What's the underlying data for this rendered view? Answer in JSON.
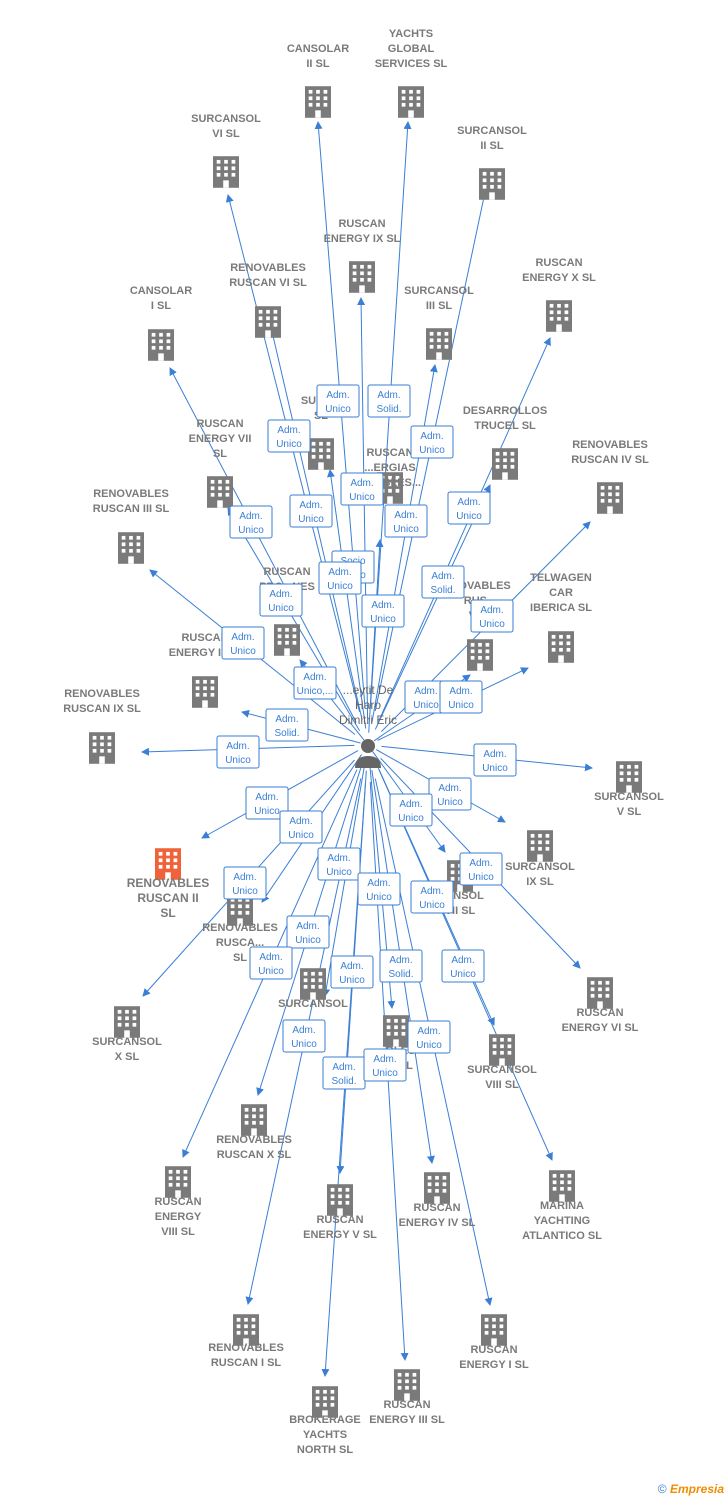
{
  "colors": {
    "edge": "#3a7fd5",
    "building": "#7a7a7a",
    "highlight": "#f0623a",
    "person": "#666666"
  },
  "center": {
    "name": "Peytit De Haro Dimitri Eric",
    "lines": [
      "...eytit De",
      "Haro",
      "Dimitri Eric"
    ],
    "icon": "person-icon"
  },
  "companies": [
    {
      "id": "cansolar-ii",
      "lines": [
        "CANSOLAR",
        "II  SL"
      ]
    },
    {
      "id": "yachts-global",
      "lines": [
        "YACHTS",
        "GLOBAL",
        "SERVICES  SL"
      ]
    },
    {
      "id": "surcansol-vi",
      "lines": [
        "SURCANSOL",
        "VI  SL"
      ]
    },
    {
      "id": "surcansol-ii",
      "lines": [
        "SURCANSOL",
        "II  SL"
      ]
    },
    {
      "id": "ruscan-ix",
      "lines": [
        "RUSCAN",
        "ENERGY IX  SL"
      ]
    },
    {
      "id": "renovables-vi",
      "lines": [
        "RENOVABLES",
        "RUSCAN VI  SL"
      ]
    },
    {
      "id": "ruscan-x",
      "lines": [
        "RUSCAN",
        "ENERGY X  SL"
      ]
    },
    {
      "id": "cansolar-i",
      "lines": [
        "CANSOLAR",
        "I  SL"
      ]
    },
    {
      "id": "surcansol-iii",
      "lines": [
        "SURCANSOL",
        "III  SL"
      ]
    },
    {
      "id": "surc-hidden",
      "lines": [
        "SURC...",
        "SL"
      ]
    },
    {
      "id": "desarrollos",
      "lines": [
        "DESARROLLOS",
        "TRUCEL  SL"
      ]
    },
    {
      "id": "ruscan-vii",
      "lines": [
        "RUSCAN",
        "ENERGY VII",
        "SL"
      ]
    },
    {
      "id": "ruscan-energias",
      "lines": [
        "RUSCAN",
        "...ERGIAS",
        "...VABLES..."
      ]
    },
    {
      "id": "renovables-iv",
      "lines": [
        "RENOVABLES",
        "RUSCAN IV  SL"
      ]
    },
    {
      "id": "renovables-iii",
      "lines": [
        "RENOVABLES",
        "RUSCAN III  SL"
      ]
    },
    {
      "id": "ruscan-proy",
      "lines": [
        "RUSCAN",
        "PRO...NES"
      ]
    },
    {
      "id": "renovables-viii",
      "lines": [
        "...OVABLES",
        "RUS...",
        "VII..."
      ]
    },
    {
      "id": "telwagen",
      "lines": [
        "TELWAGEN",
        "CAR",
        "IBERICA  SL"
      ]
    },
    {
      "id": "ruscan-ii",
      "lines": [
        "RUSCAN",
        "ENERGY II  SL"
      ]
    },
    {
      "id": "renovables-ix",
      "lines": [
        "RENOVABLES",
        "RUSCAN IX  SL"
      ]
    },
    {
      "id": "surcansol-v",
      "lines": [
        "SURCANSOL",
        "V  SL"
      ]
    },
    {
      "id": "renovables-ii",
      "lines": [
        "RENOVABLES",
        "RUSCAN II",
        "SL"
      ]
    },
    {
      "id": "surcansol-ix",
      "lines": [
        "SURCANSOL",
        "IX  SL"
      ]
    },
    {
      "id": "surcansol-vii",
      "lines": [
        "...ANSOL",
        "VII  SL"
      ]
    },
    {
      "id": "renovables-hidden",
      "lines": [
        "RENOVABLES",
        "RUSCA...",
        "SL"
      ]
    },
    {
      "id": "ruscan-vi",
      "lines": [
        "RUSCAN",
        "ENERGY VI  SL"
      ]
    },
    {
      "id": "surcansol-x",
      "lines": [
        "SURCANSOL",
        "X  SL"
      ]
    },
    {
      "id": "surcansol-iv",
      "lines": [
        "SURCANSOL"
      ]
    },
    {
      "id": "renovables-v",
      "lines": [
        "...BLES",
        "...V  SL"
      ]
    },
    {
      "id": "surcansol-viii",
      "lines": [
        "SURCANSOL",
        "VIII  SL"
      ]
    },
    {
      "id": "renovables-x",
      "lines": [
        "RENOVABLES",
        "RUSCAN X  SL"
      ]
    },
    {
      "id": "ruscan-viii",
      "lines": [
        "RUSCAN",
        "ENERGY",
        "VIII  SL"
      ]
    },
    {
      "id": "ruscan-v",
      "lines": [
        "RUSCAN",
        "ENERGY V  SL"
      ]
    },
    {
      "id": "ruscan-iv",
      "lines": [
        "RUSCAN",
        "ENERGY IV  SL"
      ]
    },
    {
      "id": "marina",
      "lines": [
        "MARINA",
        "YACHTING",
        "ATLANTICO  SL"
      ]
    },
    {
      "id": "renovables-i",
      "lines": [
        "RENOVABLES",
        "RUSCAN I  SL"
      ]
    },
    {
      "id": "ruscan-i",
      "lines": [
        "RUSCAN",
        "ENERGY I  SL"
      ]
    },
    {
      "id": "brokerage",
      "lines": [
        "BROKERAGE",
        "YACHTS",
        "NORTH  SL"
      ]
    },
    {
      "id": "ruscan-iii",
      "lines": [
        "RUSCAN",
        "ENERGY III  SL"
      ]
    }
  ],
  "edge_labels": [
    [
      "Adm.",
      "Unico"
    ],
    [
      "Adm.",
      "Solid."
    ],
    [
      "Adm.",
      "Unico"
    ],
    [
      "Adm.",
      "Unico"
    ],
    [
      "Adm.",
      "Unico"
    ],
    [
      "Adm.",
      "Unico"
    ],
    [
      "Adm.",
      "Unico"
    ],
    [
      "Adm.",
      "Unico"
    ],
    [
      "Adm.",
      "Unico"
    ],
    [
      "Socio",
      "Unico"
    ],
    [
      "Adm.",
      "Unico"
    ],
    [
      "Adm.",
      "Solid."
    ],
    [
      "Adm.",
      "Unico"
    ],
    [
      "Adm.",
      "Unico"
    ],
    [
      "Adm.",
      "Unico"
    ],
    [
      "Adm.",
      "Unico"
    ],
    [
      "Adm.",
      "Unico,..."
    ],
    [
      "Adm.",
      "Unico"
    ],
    [
      "Adm.",
      "Unico"
    ],
    [
      "Adm.",
      "Solid."
    ],
    [
      "Adm.",
      "Unico"
    ],
    [
      "Adm.",
      "Unico"
    ],
    [
      "Adm.",
      "Unico"
    ],
    [
      "Adm.",
      "Unico"
    ],
    [
      "Adm.",
      "Unico"
    ],
    [
      "Adm.",
      "Unico"
    ],
    [
      "Adm.",
      "Unico"
    ],
    [
      "Adm.",
      "Unico"
    ],
    [
      "Adm.",
      "Unico"
    ],
    [
      "Adm.",
      "Unico"
    ],
    [
      "Adm.",
      "Unico"
    ],
    [
      "Adm.",
      "Unico"
    ],
    [
      "Adm.",
      "Unico"
    ],
    [
      "Adm.",
      "Unico"
    ],
    [
      "Adm.",
      "Solid."
    ],
    [
      "Adm.",
      "Unico"
    ],
    [
      "Adm.",
      "Unico"
    ],
    [
      "Adm.",
      "Unico"
    ],
    [
      "Adm.",
      "Solid."
    ],
    [
      "Adm.",
      "Unico"
    ]
  ],
  "copyright": {
    "symbol": "©",
    "brand": "Empresia"
  }
}
